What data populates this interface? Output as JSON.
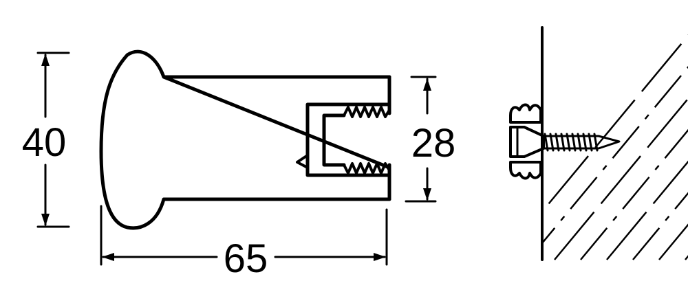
{
  "drawing": {
    "dimensions": {
      "height": "40",
      "inner_height": "28",
      "length": "65"
    },
    "colors": {
      "line": "#000000",
      "background": "#ffffff"
    }
  }
}
